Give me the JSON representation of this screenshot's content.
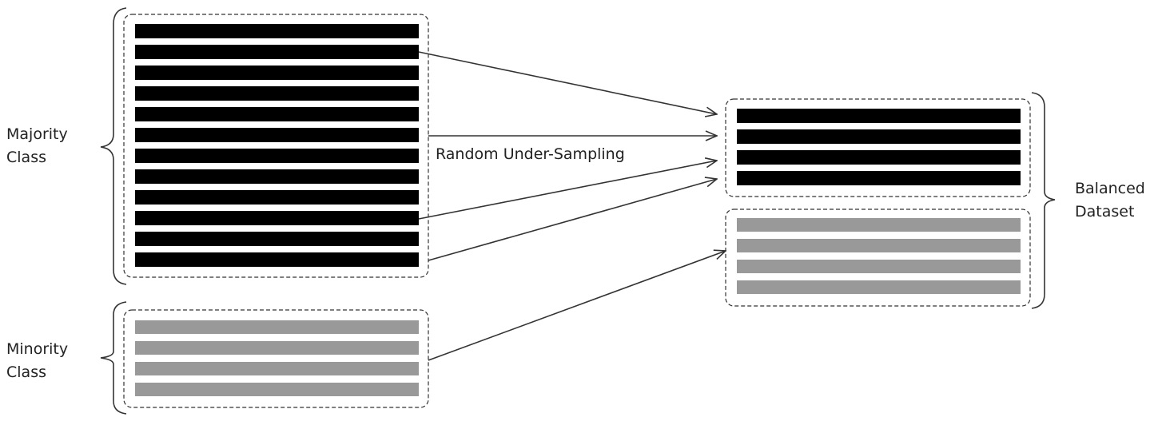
{
  "labels": {
    "majority_line1": "Majority",
    "majority_line2": "Class",
    "minority_line1": "Minority",
    "minority_line2": "Class",
    "balanced_line1": "Balanced",
    "balanced_line2": "Dataset",
    "process": "Random Under-Sampling"
  },
  "majority": {
    "row_count": 12,
    "color": "#000000"
  },
  "minority": {
    "row_count": 4,
    "color": "#999999"
  },
  "balanced": {
    "majority_rows": 4,
    "minority_rows": 4
  },
  "colors": {
    "line": "#333333",
    "dashed_border": "#333333"
  }
}
